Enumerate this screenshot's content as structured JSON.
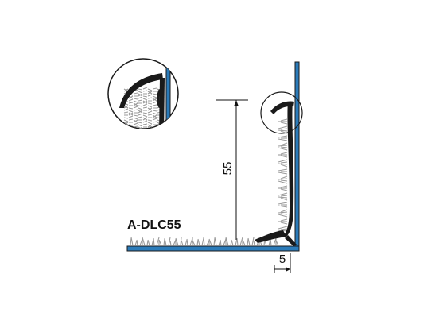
{
  "profile_code": "A-DLC55",
  "dimensions": {
    "height": "55",
    "thickness": "5"
  },
  "colors": {
    "wall": "#2b7bb9",
    "wall_outline": "#1a1a1a",
    "profile": "#1a1a1a",
    "carpet": "#9a9a9a",
    "dimension_lines": "#111111"
  }
}
